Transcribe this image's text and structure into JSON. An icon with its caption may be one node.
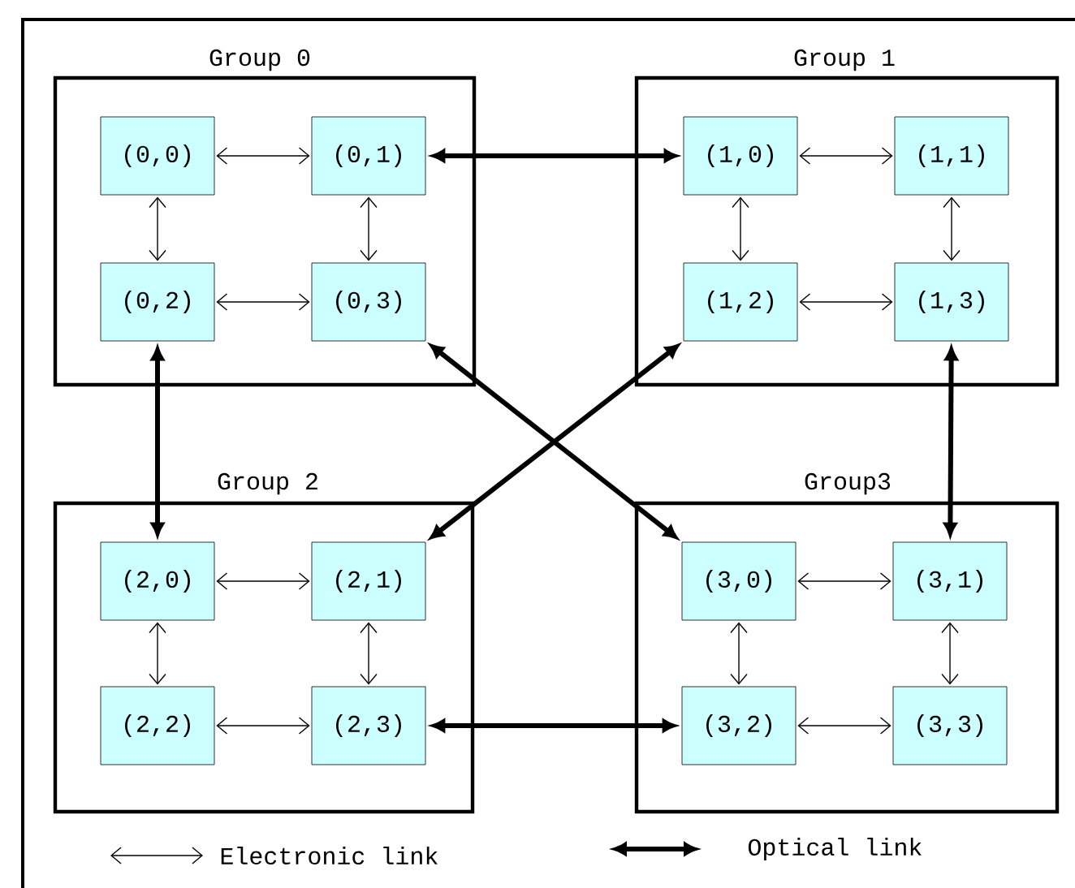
{
  "diagram": {
    "nodes": [
      {
        "text": [
          "Group 0"
        ]
      },
      {
        "text": [
          "(0,0)"
        ],
        "in": 0
      },
      {
        "text": [
          "(0,1)"
        ],
        "in": 0
      },
      {
        "text": [
          "(0,2)"
        ],
        "in": 0
      },
      {
        "text": [
          "(0,3)"
        ],
        "in": 0
      },
      {
        "text": [
          "Group 1"
        ]
      },
      {
        "text": [
          "(1,0)"
        ],
        "in": 5
      },
      {
        "text": [
          "(1,1)"
        ],
        "in": 5
      },
      {
        "text": [
          "(1,2)"
        ],
        "in": 5
      },
      {
        "text": [
          "(1,3)"
        ],
        "in": 5
      },
      {
        "text": [
          "Group 2"
        ]
      },
      {
        "text": [
          "(2,0)"
        ],
        "in": 10
      },
      {
        "text": [
          "(2,1)"
        ],
        "in": 10
      },
      {
        "text": [
          "(2,2)"
        ],
        "in": 10
      },
      {
        "text": [
          "(2,3)"
        ],
        "in": 10
      },
      {
        "text": [
          "Group3"
        ]
      },
      {
        "text": [
          "(3,0)"
        ],
        "in": 15
      },
      {
        "text": [
          "(3,1)"
        ],
        "in": 15
      },
      {
        "text": [
          "(3,2)"
        ],
        "in": 15
      },
      {
        "text": [
          "(3,3)"
        ],
        "in": 15
      }
    ],
    "edges": [
      {
        "from": 1,
        "to": 2,
        "arrow": "both"
      },
      {
        "from": 1,
        "to": 3,
        "arrow": "both"
      },
      {
        "from": 2,
        "to": 4,
        "arrow": "both"
      },
      {
        "from": 3,
        "to": 4,
        "arrow": "both"
      },
      {
        "from": 6,
        "to": 7,
        "arrow": "both"
      },
      {
        "from": 6,
        "to": 8,
        "arrow": "both"
      },
      {
        "from": 7,
        "to": 9,
        "arrow": "both"
      },
      {
        "from": 8,
        "to": 9,
        "arrow": "both"
      },
      {
        "from": 11,
        "to": 12,
        "arrow": "both"
      },
      {
        "from": 11,
        "to": 13,
        "arrow": "both"
      },
      {
        "from": 12,
        "to": 14,
        "arrow": "both"
      },
      {
        "from": 13,
        "to": 14,
        "arrow": "both"
      },
      {
        "from": 16,
        "to": 17,
        "arrow": "both"
      },
      {
        "from": 16,
        "to": 18,
        "arrow": "both"
      },
      {
        "from": 17,
        "to": 19,
        "arrow": "both"
      },
      {
        "from": 18,
        "to": 19,
        "arrow": "both"
      },
      {
        "from": 2,
        "to": 6,
        "arrow": "both",
        "style": "thick"
      },
      {
        "from": 3,
        "to": 11,
        "arrow": "both",
        "style": "thick"
      },
      {
        "from": 4,
        "to": 16,
        "arrow": "both",
        "style": "thick"
      },
      {
        "from": 8,
        "to": 12,
        "arrow": "both",
        "style": "thick"
      },
      {
        "from": 9,
        "to": 17,
        "arrow": "both",
        "style": "thick"
      },
      {
        "from": 14,
        "to": 18,
        "arrow": "both",
        "style": "thick"
      }
    ],
    "legend": [
      {
        "text": "Electronic link"
      },
      {
        "text": "Optical link"
      }
    ]
  }
}
